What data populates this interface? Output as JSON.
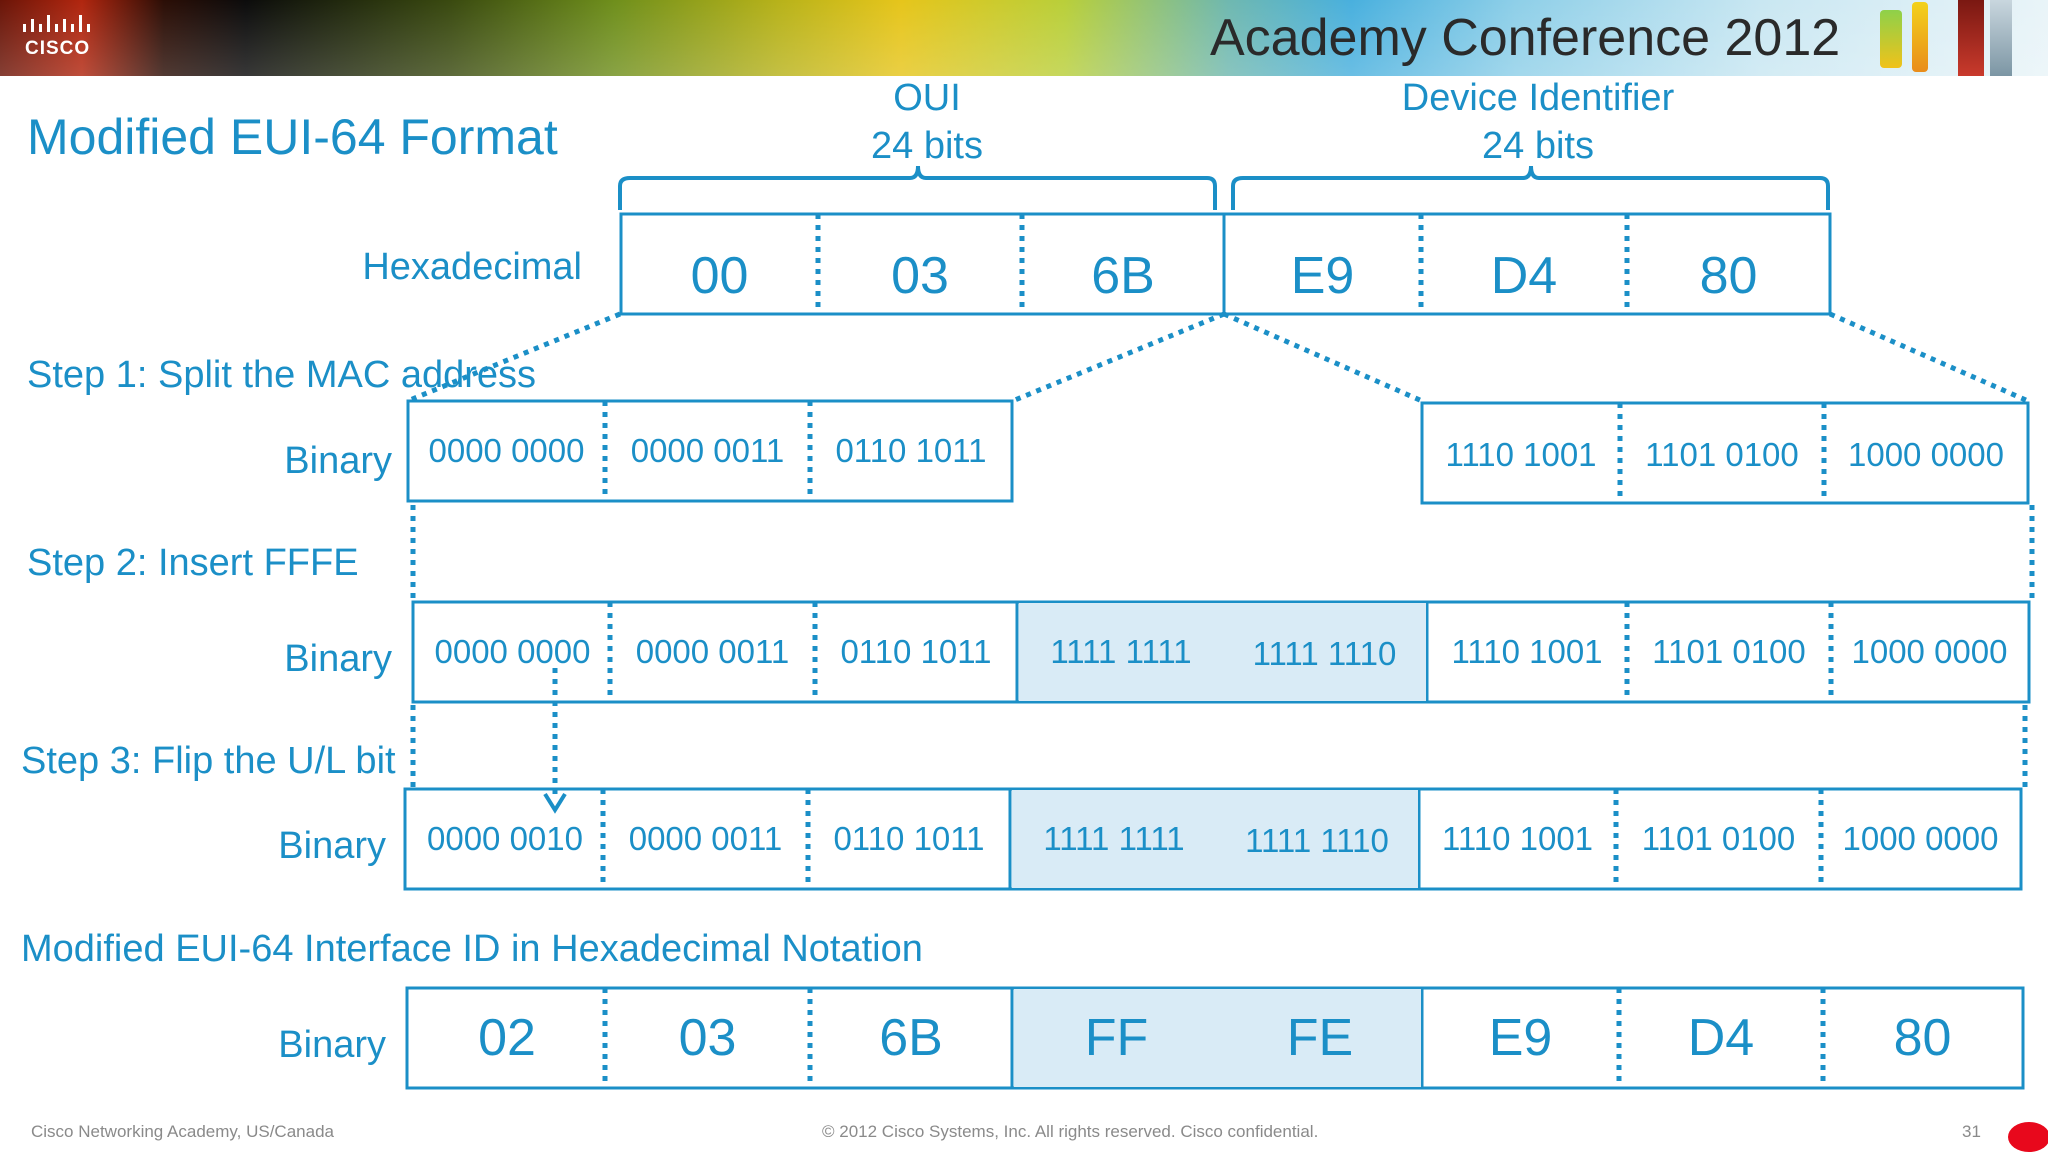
{
  "banner": {
    "logo_text": "CISCO",
    "title": "Academy Conference 2012"
  },
  "slide": {
    "title": "Modified EUI-64 Format"
  },
  "groups": {
    "oui": {
      "line1": "OUI",
      "line2": "24 bits"
    },
    "device": {
      "line1": "Device Identifier",
      "line2": "24 bits"
    }
  },
  "rows": {
    "hex": {
      "label": "Hexadecimal",
      "cells": [
        "00",
        "03",
        "6B",
        "E9",
        "D4",
        "80"
      ]
    },
    "step1": {
      "step_label": "Step 1: Split the MAC address",
      "label": "Binary",
      "left_cells": [
        "0000 0000",
        "0000 0011",
        "0110 1011"
      ],
      "right_cells": [
        "1110 1001",
        "1101 0100",
        "1000 0000"
      ]
    },
    "step2": {
      "step_label": "Step 2: Insert FFFE",
      "label": "Binary",
      "cells": [
        "0000 0000",
        "0000 0011",
        "0110 1011",
        "1111 1111",
        "1111 1110",
        "1110 1001",
        "1101 0100",
        "1000 0000"
      ]
    },
    "step3": {
      "step_label": "Step 3: Flip the U/L bit",
      "label": "Binary",
      "cells": [
        "0000 0010",
        "0000 0011",
        "0110 1011",
        "1111 1111",
        "1111 1110",
        "1110 1001",
        "1101 0100",
        "1000 0000"
      ]
    },
    "final": {
      "caption": "Modified EUI-64 Interface ID in Hexadecimal Notation",
      "label": "Binary",
      "cells": [
        "02",
        "03",
        "6B",
        "FF",
        "FE",
        "E9",
        "D4",
        "80"
      ]
    }
  },
  "footer": {
    "left": "Cisco Networking Academy, US/Canada",
    "center": "© 2012 Cisco Systems, Inc. All rights reserved. Cisco confidential.",
    "page": "31"
  },
  "colors": {
    "accent": "#1b8fc7",
    "highlight": "#d9ebf6"
  }
}
